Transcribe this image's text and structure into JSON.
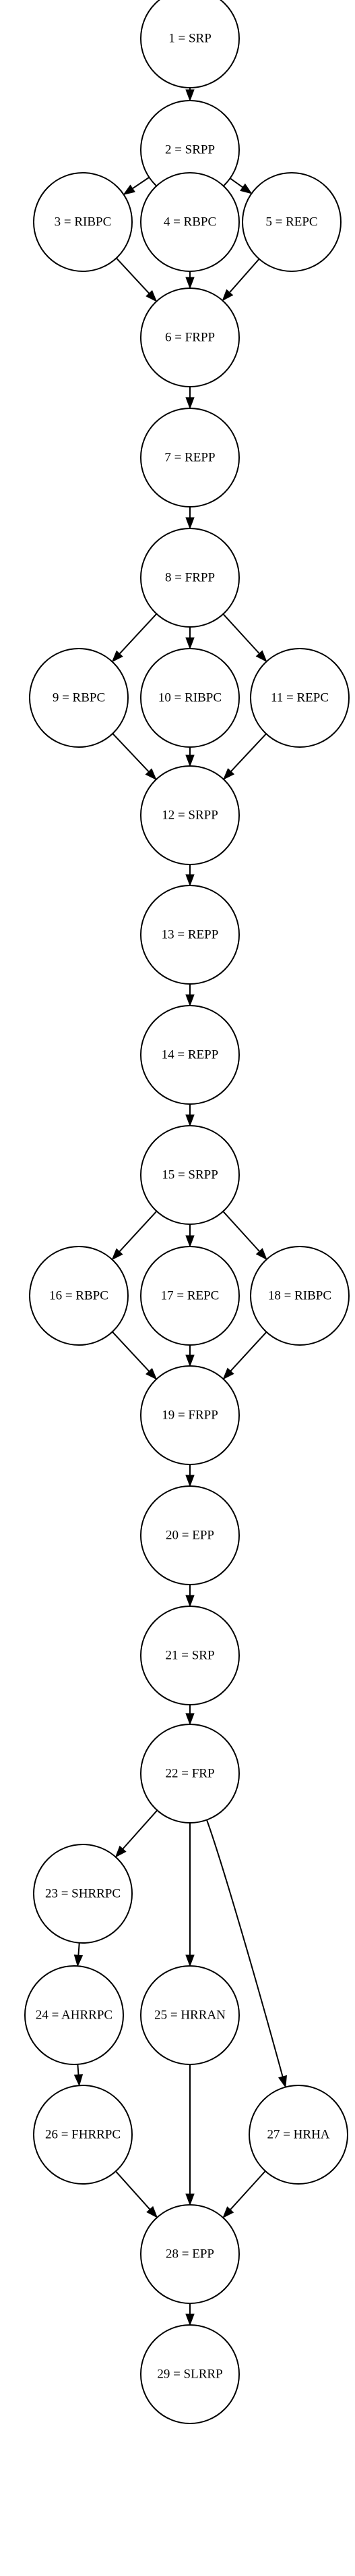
{
  "diagram": {
    "type": "directed-graph",
    "nodes": [
      {
        "id": "1",
        "label": "1 = SRP"
      },
      {
        "id": "2",
        "label": "2 = SRPP"
      },
      {
        "id": "3",
        "label": "3 = RIBPC"
      },
      {
        "id": "4",
        "label": "4 = RBPC"
      },
      {
        "id": "5",
        "label": "5 = REPC"
      },
      {
        "id": "6",
        "label": "6 = FRPP"
      },
      {
        "id": "7",
        "label": "7 = REPP"
      },
      {
        "id": "8",
        "label": "8 = FRPP"
      },
      {
        "id": "9",
        "label": "9 = RBPC"
      },
      {
        "id": "10",
        "label": "10 = RIBPC"
      },
      {
        "id": "11",
        "label": "11 = REPC"
      },
      {
        "id": "12",
        "label": "12 = SRPP"
      },
      {
        "id": "13",
        "label": "13 = REPP"
      },
      {
        "id": "14",
        "label": "14 = REPP"
      },
      {
        "id": "15",
        "label": "15 = SRPP"
      },
      {
        "id": "16",
        "label": "16 = RBPC"
      },
      {
        "id": "17",
        "label": "17 = REPC"
      },
      {
        "id": "18",
        "label": "18 = RIBPC"
      },
      {
        "id": "19",
        "label": "19 = FRPP"
      },
      {
        "id": "20",
        "label": "20 = EPP"
      },
      {
        "id": "21",
        "label": "21 = SRP"
      },
      {
        "id": "22",
        "label": "22 = FRP"
      },
      {
        "id": "23",
        "label": "23 = SHRRPC"
      },
      {
        "id": "24",
        "label": "24 = AHRRPC"
      },
      {
        "id": "25",
        "label": "25 = HRRAN"
      },
      {
        "id": "26",
        "label": "26 = FHRRPC"
      },
      {
        "id": "27",
        "label": "27 = HRHA"
      },
      {
        "id": "28",
        "label": "28 = EPP"
      },
      {
        "id": "29",
        "label": "29 = SLRRP"
      }
    ],
    "edges": [
      {
        "from": "1",
        "to": "2"
      },
      {
        "from": "2",
        "to": "3"
      },
      {
        "from": "2",
        "to": "4"
      },
      {
        "from": "2",
        "to": "5"
      },
      {
        "from": "3",
        "to": "6"
      },
      {
        "from": "4",
        "to": "6"
      },
      {
        "from": "5",
        "to": "6"
      },
      {
        "from": "6",
        "to": "7"
      },
      {
        "from": "7",
        "to": "8"
      },
      {
        "from": "8",
        "to": "9"
      },
      {
        "from": "8",
        "to": "10"
      },
      {
        "from": "8",
        "to": "11"
      },
      {
        "from": "9",
        "to": "12"
      },
      {
        "from": "10",
        "to": "12"
      },
      {
        "from": "11",
        "to": "12"
      },
      {
        "from": "12",
        "to": "13"
      },
      {
        "from": "13",
        "to": "14"
      },
      {
        "from": "14",
        "to": "15"
      },
      {
        "from": "15",
        "to": "16"
      },
      {
        "from": "15",
        "to": "17"
      },
      {
        "from": "15",
        "to": "18"
      },
      {
        "from": "16",
        "to": "19"
      },
      {
        "from": "17",
        "to": "19"
      },
      {
        "from": "18",
        "to": "19"
      },
      {
        "from": "19",
        "to": "20"
      },
      {
        "from": "20",
        "to": "21"
      },
      {
        "from": "21",
        "to": "22"
      },
      {
        "from": "22",
        "to": "23"
      },
      {
        "from": "22",
        "to": "25"
      },
      {
        "from": "22",
        "to": "27"
      },
      {
        "from": "23",
        "to": "24"
      },
      {
        "from": "24",
        "to": "26"
      },
      {
        "from": "26",
        "to": "28"
      },
      {
        "from": "25",
        "to": "28"
      },
      {
        "from": "27",
        "to": "28"
      },
      {
        "from": "28",
        "to": "29"
      }
    ]
  }
}
